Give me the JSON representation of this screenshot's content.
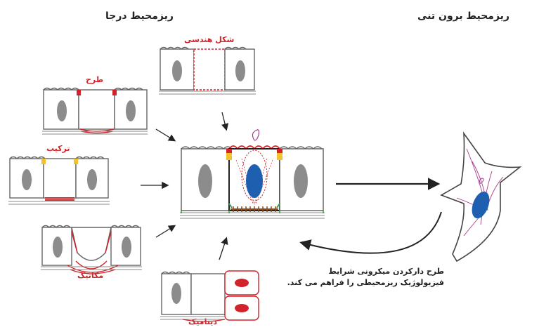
{
  "headers": {
    "in_situ": "ریزمحیط درجا",
    "ex_vivo": "ریزمحیط برون تنی"
  },
  "panels": {
    "geometry": "شکل هندسی",
    "design": "طرح",
    "composition": "ترکیب",
    "mechanics": "مکانیک",
    "dynamics": "دینامیک"
  },
  "note": {
    "line1": "طرح دارکردن میکرونی شرایط",
    "line2": "فیزیولوژیک ریزمحیطی را فراهم می کند."
  },
  "colors": {
    "accent_red": "#d3232a",
    "nucleus_blue": "#1f5fb0",
    "junction_yellow": "#f2c12e",
    "nucleus_gray": "#8c8c8c",
    "stroke_gray": "#555555"
  }
}
